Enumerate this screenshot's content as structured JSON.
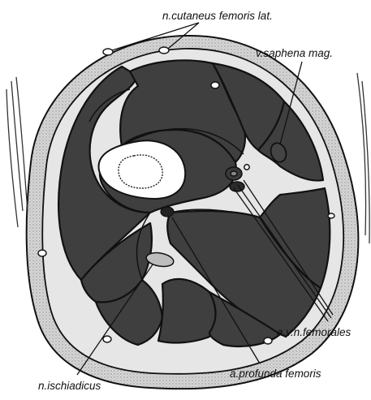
{
  "labels": {
    "n_cutaneus": "n.cutaneus femoris lat.",
    "v_saphena": "v.saphena mag.",
    "avn_femorales": "a.v.n.femorales",
    "a_profunda": "a.profunda femoris",
    "n_ischiadicus": "n.ischiadicus"
  },
  "colors": {
    "muscle": "#3f3f3f",
    "fascia": "#e4e4e4",
    "subcutis": "#cfcfcf",
    "bone": "#ffffff",
    "outline": "#111111"
  }
}
